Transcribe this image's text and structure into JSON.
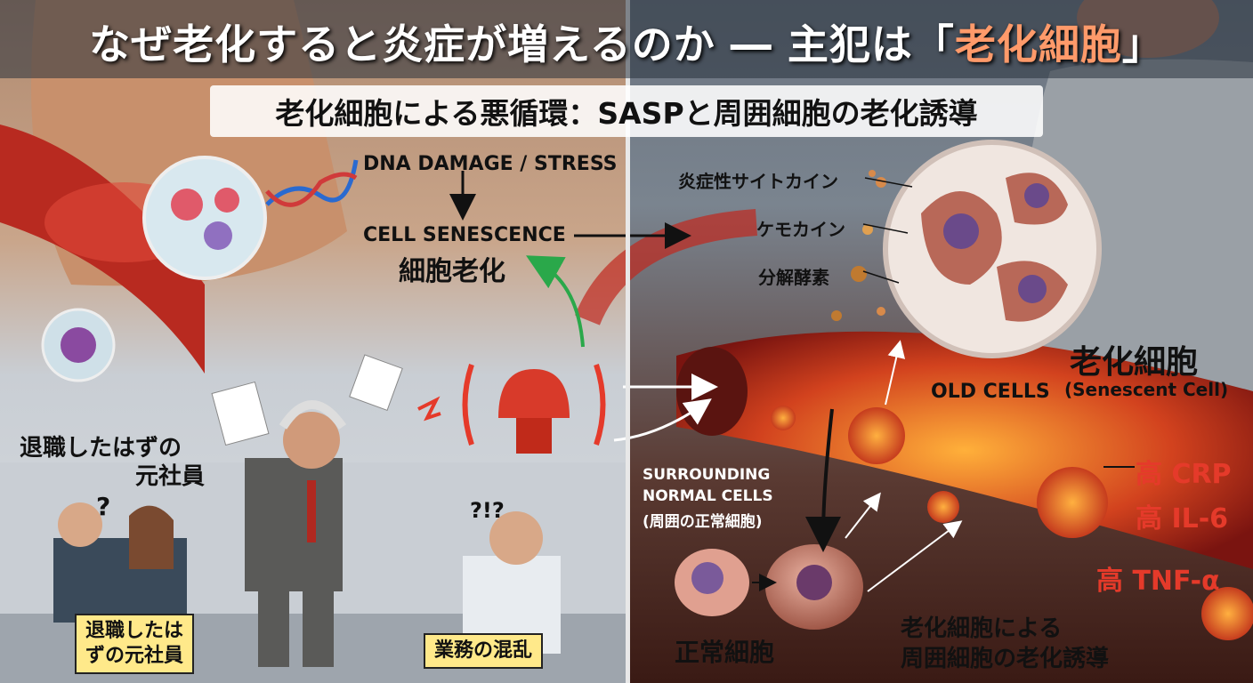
{
  "title": {
    "prefix": "なぜ老化すると炎症が増えるのか ― 主犯は「",
    "highlight": "老化細胞",
    "suffix": "」"
  },
  "subtitle": "老化細胞による悪循環：SASPと周囲細胞の老化誘導",
  "left": {
    "dna_damage": "DNA DAMAGE / STRESS",
    "cell_senescence": "CELL SENESCENCE",
    "cell_senescence_jp": "細胞老化",
    "retired_caption_line1": "退職したはずの",
    "retired_caption_line2": "元社員",
    "box_retired_line1": "退職したは",
    "box_retired_line2": "ずの元社員",
    "box_confusion": "業務の混乱",
    "question_marks_1": "?",
    "question_marks_2": "?!?"
  },
  "right": {
    "cytokine": "炎症性サイトカイン",
    "chemokine": "ケモカイン",
    "enzyme": "分解酵素",
    "senescent_jp": "老化細胞",
    "old_cells": "OLD CELLS",
    "senescent_en": "(Senescent Cell)",
    "surrounding_line1": "SURROUNDING",
    "surrounding_line2": "NORMAL CELLS",
    "surrounding_jp": "(周囲の正常細胞)",
    "crp": "高 CRP",
    "il6": "高 IL-6",
    "tnf": "高 TNF-α",
    "normal_cell": "正常細胞",
    "induction_line1": "老化細胞による",
    "induction_line2": "周囲細胞の老化誘導"
  },
  "colors": {
    "accent_title": "#ff9a6a",
    "marker_red": "#e53a2a",
    "caption_box": "#ffe98a",
    "vessel": "#c0281e",
    "cell_pink": "#c98070",
    "nucleus": "#6a4a8a"
  }
}
